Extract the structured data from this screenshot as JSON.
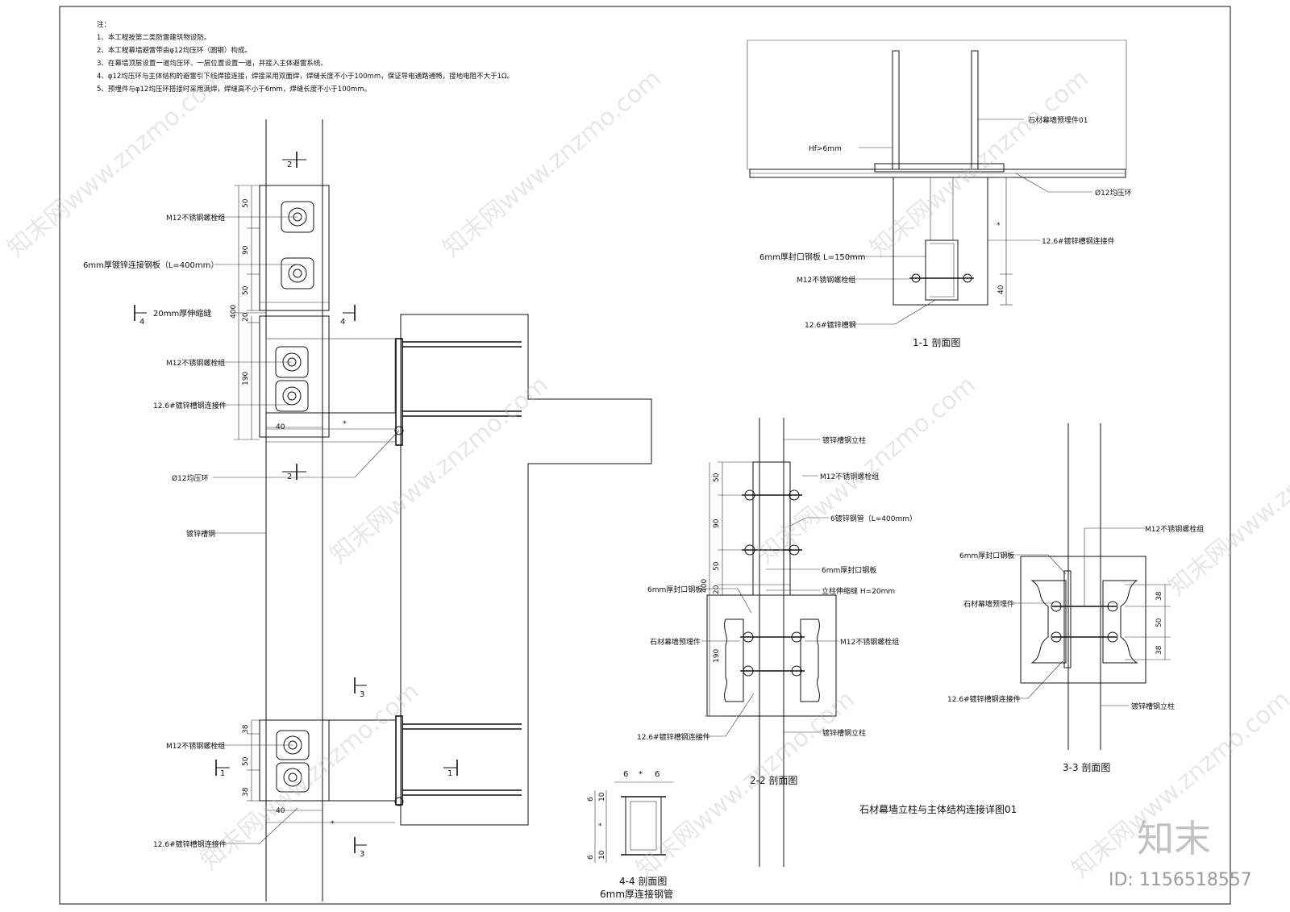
{
  "notes": {
    "header": "注：",
    "items": [
      "1、本工程按第二类防雷建筑物设防。",
      "2、本工程幕墙避雷带由φ12均压环（圆钢）构成。",
      "3、在幕墙顶层设置一道均压环、一层位置设置一道，并接入主体避雷系统。",
      "4、φ12均压环与主体结构的避雷引下线焊接连接，焊接采用双面焊，焊缝长度不小于100mm，保证导电通路通畅，接地电阻不大于1Ω。",
      "5、预埋件与φ12均压环搭接时采用满焊，焊缝高不小于6mm，焊缝长度不小于100mm。"
    ]
  },
  "main_elevation": {
    "labels": {
      "bolt_group_top": "M12不锈钢螺栓组",
      "plate": "6mm厚镀锌连接钢板（L=400mm）",
      "expansion_joint": "20mm厚伸缩缝",
      "bolt_group_mid": "M12不锈钢螺栓组",
      "channel_connector_mid": "12.6#镀锌槽钢连接件",
      "ring": "Ø12均压环",
      "channel_steel": "镀锌槽钢",
      "bolt_group_bottom": "M12不锈钢螺栓组",
      "channel_connector_bottom": "12.6#镀锌槽钢连接件"
    },
    "dims": {
      "d50a": "50",
      "d90": "90",
      "d50b": "50",
      "d400": "400",
      "d20": "20",
      "d190": "190",
      "d40a": "40",
      "star": "*",
      "d38a": "38",
      "d50c": "50",
      "d38b": "38",
      "d40b": "40"
    },
    "section_marks": {
      "s2": "2",
      "s4": "4",
      "s3": "3",
      "s1": "1"
    }
  },
  "section_1_1": {
    "labels": {
      "embed": "石材幕墙预埋件01",
      "weld": "Hf>6mm",
      "ring": "Ø12均压环",
      "channel": "12.6#镀锌槽钢连接件",
      "plate": "6mm厚封口钢板 L=150mm",
      "bolts": "M12不锈钢螺栓组",
      "channel_b": "12.6#镀锌槽钢"
    },
    "dims": {
      "d40": "40",
      "star": "*"
    },
    "title": "1-1 剖面图"
  },
  "section_2_2": {
    "labels": {
      "column_top": "镀锌槽钢立柱",
      "bolts_a": "M12不锈钢螺栓组",
      "pipe": "6镀锌钢管（L=400mm）",
      "seal_plate": "6mm厚封口钢板",
      "column_joint": "立柱伸缩缝 H=20mm",
      "seal_plate_left": "6mm厚封口钢板",
      "embed": "石材幕墙预埋件",
      "bolts_b": "M12不锈钢螺栓组",
      "connector": "12.6#镀锌槽钢连接件",
      "column_bottom": "镀锌槽钢立柱"
    },
    "dims": {
      "d50a": "50",
      "d90": "90",
      "d50b": "50",
      "d400": "400",
      "d20": "20",
      "d190": "190"
    },
    "title": "2-2 剖面图"
  },
  "section_3_3": {
    "labels": {
      "bolts": "M12不锈钢螺栓组",
      "seal_plate": "6mm厚封口钢板",
      "embed": "石材幕墙预埋件",
      "connector": "12.6#镀锌槽钢连接件",
      "column": "镀锌槽钢立柱"
    },
    "dims": {
      "d38a": "38",
      "d50": "50",
      "d38b": "38"
    },
    "title": "3-3 剖面图"
  },
  "section_4_4": {
    "dims": {
      "d6a": "6",
      "star_h": "*",
      "d6b": "6",
      "d6c": "6",
      "d10a": "10",
      "star_v": "*",
      "d6d": "6",
      "d10b": "10"
    },
    "title": "4-4 剖面图",
    "subtitle": "6mm厚连接钢管"
  },
  "drawing_title": "石材幕墙立柱与主体结构连接详图01",
  "watermark": {
    "text": "知末网www.znzmo.com",
    "logo": "知末",
    "id": "ID: 1156518557"
  }
}
